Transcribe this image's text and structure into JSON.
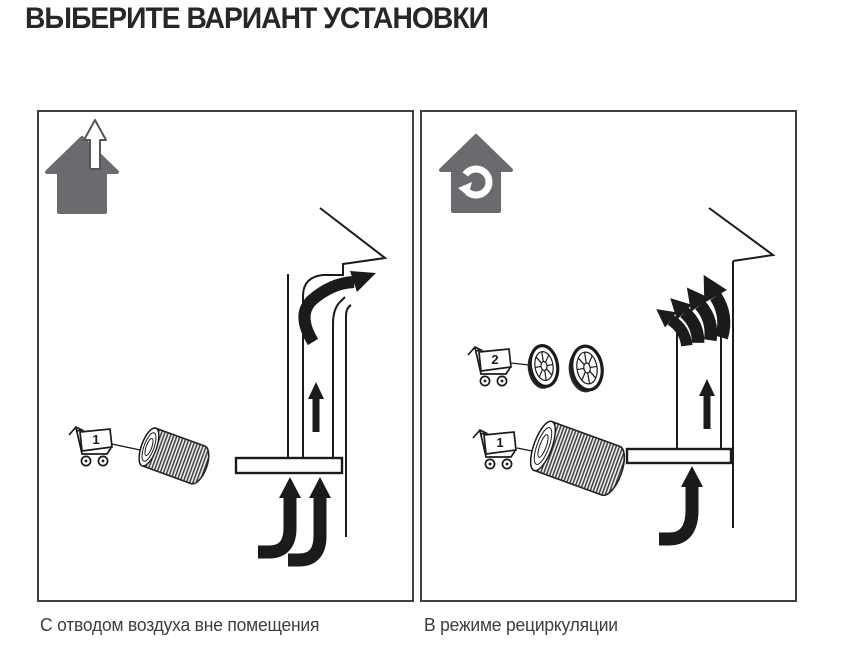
{
  "title": "ВЫБЕРИТЕ ВАРИАНТ УСТАНОВКИ",
  "left_panel": {
    "caption": "С отводом воздуха вне помещения",
    "mode": "exhaust-outside",
    "cart": {
      "label": "1",
      "item": "corrugated-duct"
    }
  },
  "right_panel": {
    "caption": "В режиме рециркуляции",
    "mode": "recirculation",
    "filter_cart": {
      "label": "2",
      "item": "carbon-filters"
    },
    "duct_cart": {
      "label": "1",
      "item": "corrugated-duct"
    }
  },
  "colors": {
    "diagram_line": "#1b1b1b",
    "house_icon": "#696b6e",
    "panel_border": "#3e4042",
    "title_text": "#25272a",
    "caption_text": "#3a3d41"
  }
}
